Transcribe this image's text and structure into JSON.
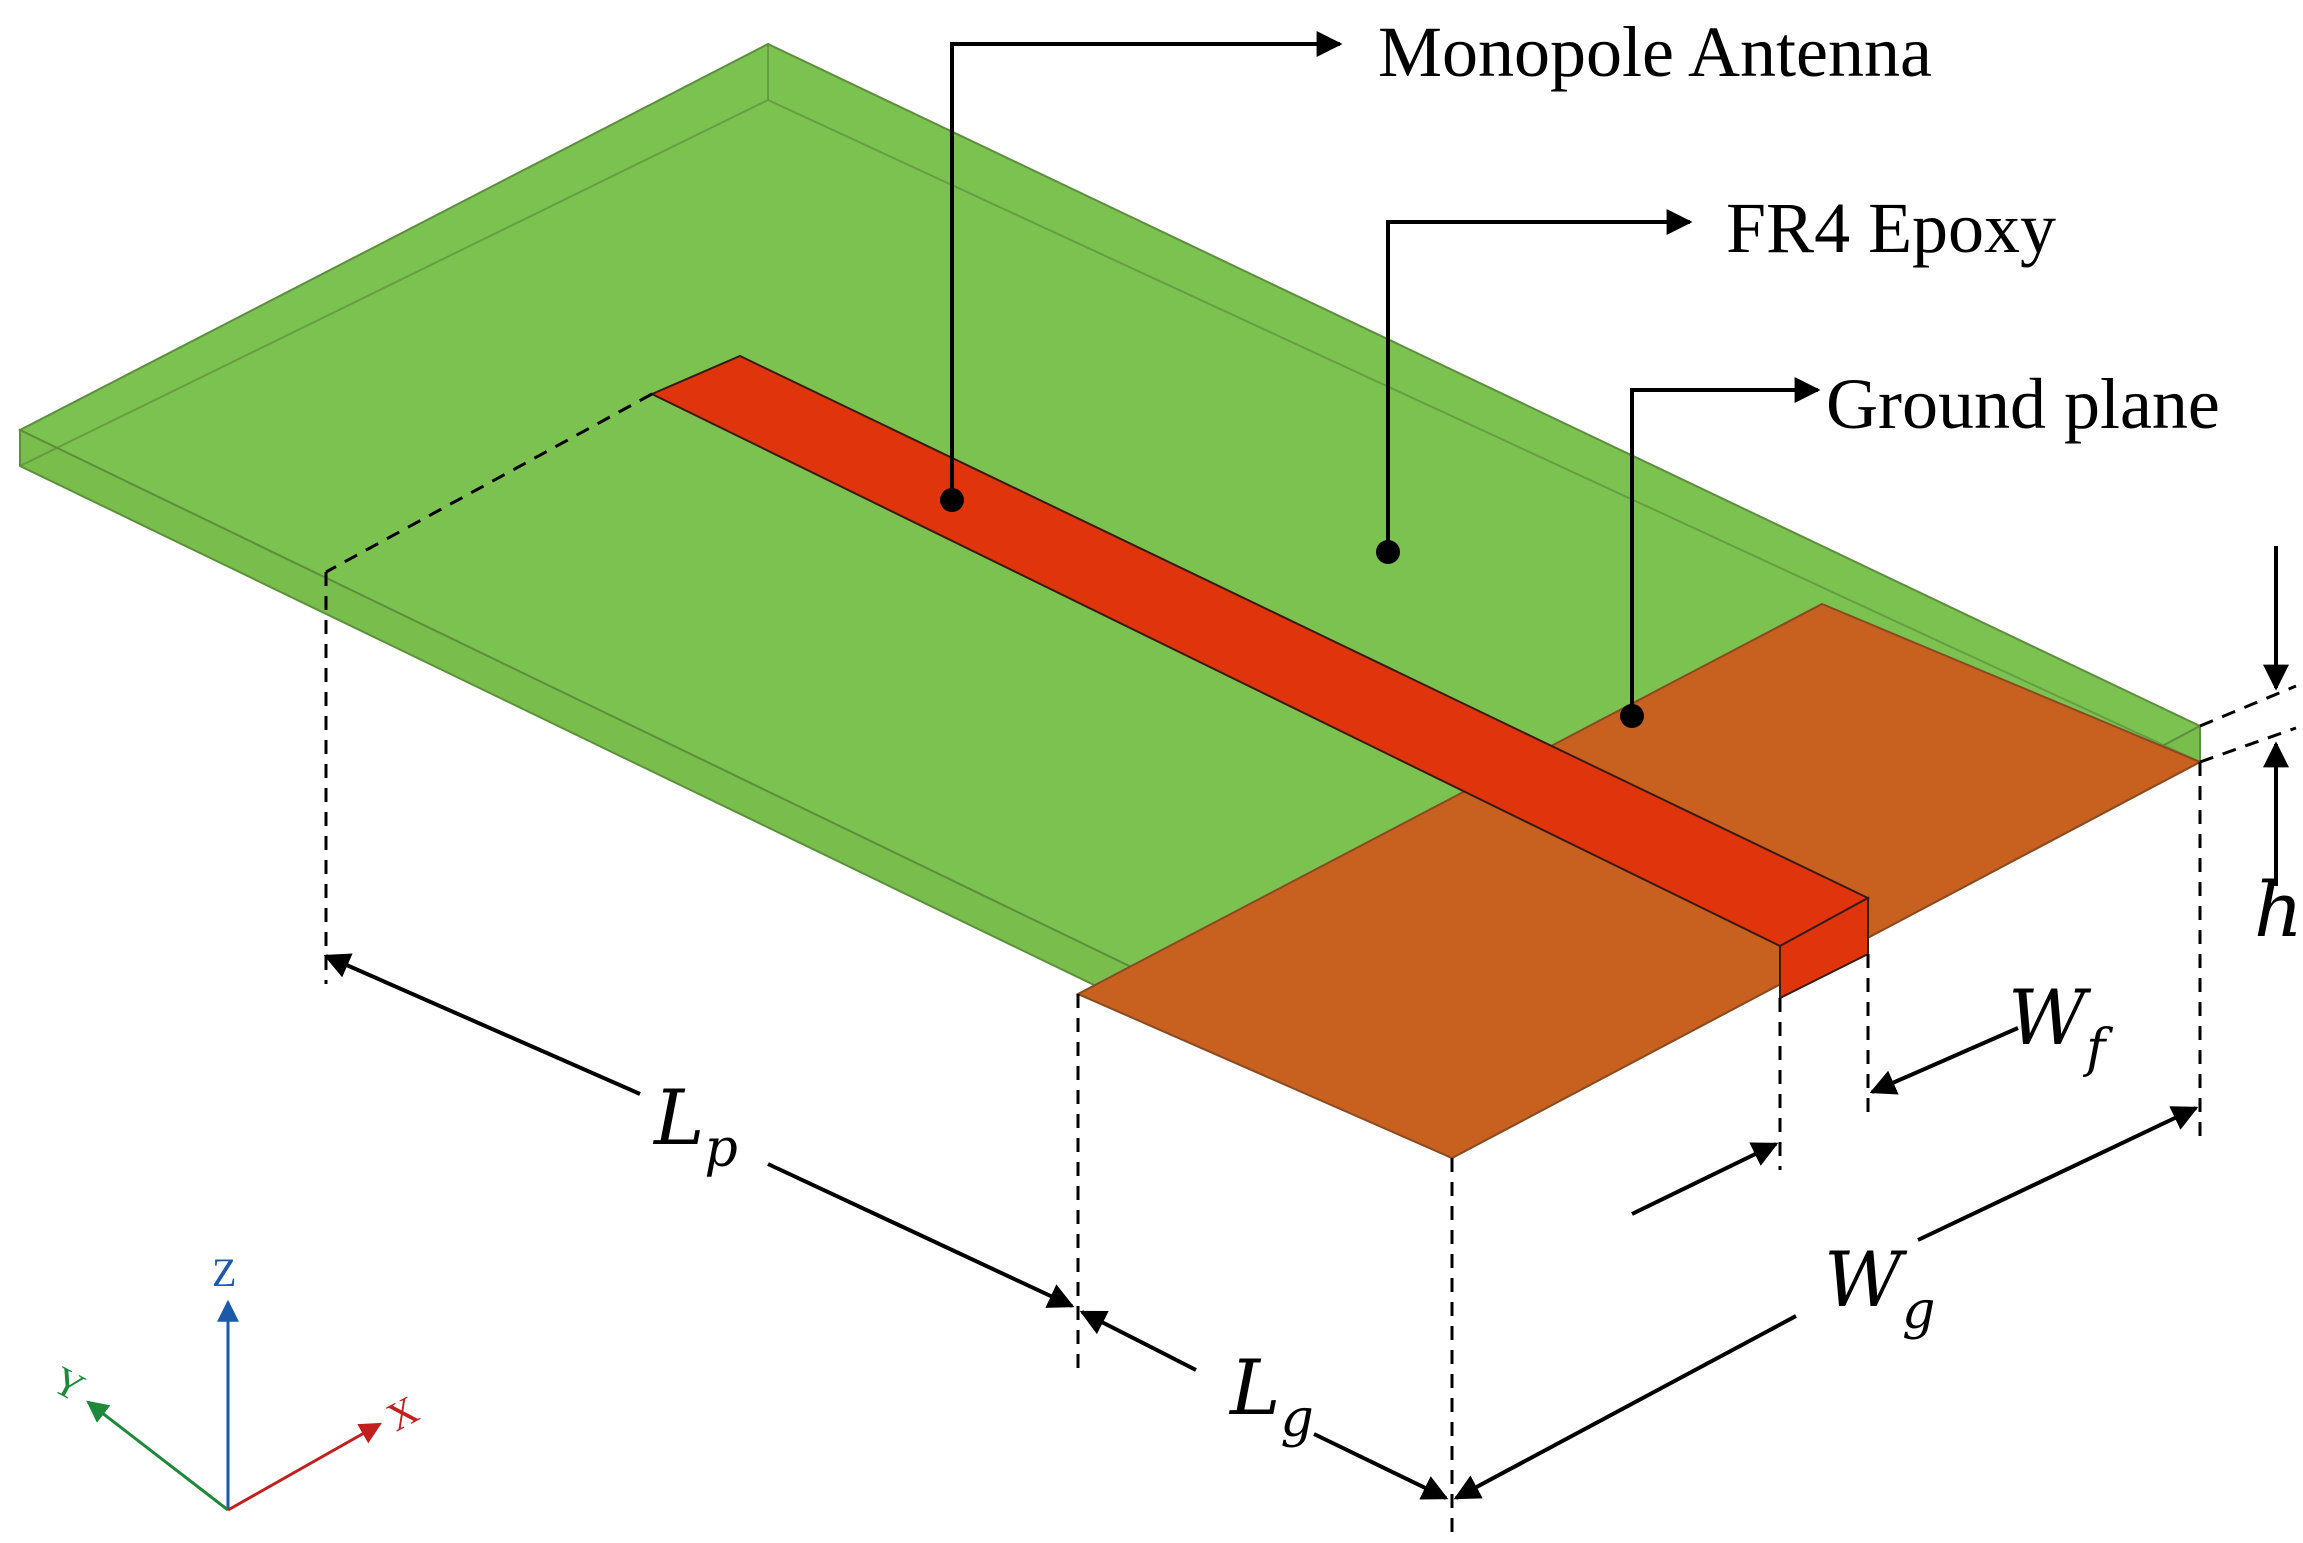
{
  "labels": {
    "monopole": "Monopole Antenna",
    "substrate": "FR4 Epoxy",
    "ground": "Ground plane"
  },
  "dimensions": {
    "lp": {
      "main": "L",
      "sub": "p"
    },
    "lg": {
      "main": "L",
      "sub": "g"
    },
    "wf": {
      "main": "W",
      "sub": "f"
    },
    "wg": {
      "main": "W",
      "sub": "g"
    },
    "h": {
      "main": "h"
    }
  },
  "axes": {
    "z": "Z",
    "y": "Y",
    "x": "X"
  },
  "colors": {
    "substrate_top": "#7cc250",
    "substrate_side": "#79bd4d",
    "ground": "#c8611f",
    "ground_side": "#c2621c",
    "patch": "#e0350c",
    "line": "#000000",
    "axis_z": "#1a5aa8",
    "axis_y": "#1d8a3a",
    "axis_x": "#c21f1f"
  }
}
